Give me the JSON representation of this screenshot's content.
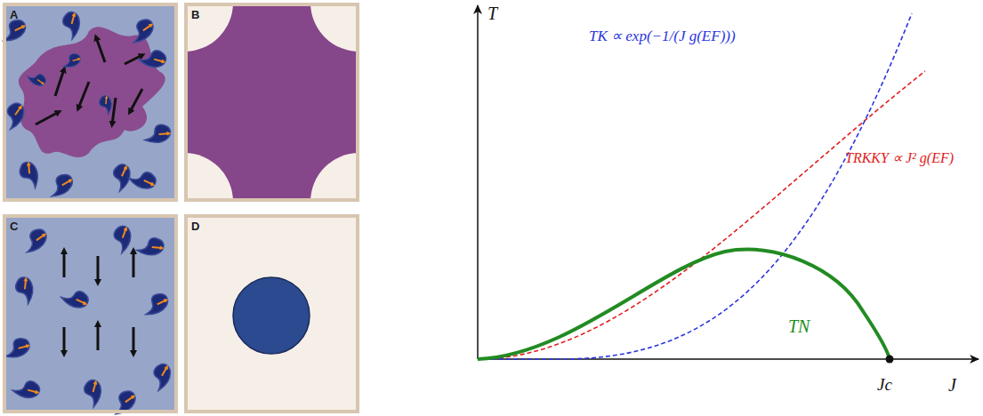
{
  "diagram": {
    "nodes": [
      {
        "text": [
          "A"
        ]
      },
      {
        "text": [
          "B"
        ]
      },
      {
        "text": [
          "C"
        ]
      },
      {
        "text": [
          "D"
        ]
      }
    ],
    "labels": [
      "T",
      "TK ∝ exp(−1/(J g(EF)))",
      "TRKKY ∝ J² g(EF)",
      "TN",
      "J",
      "Jc"
    ]
  }
}
